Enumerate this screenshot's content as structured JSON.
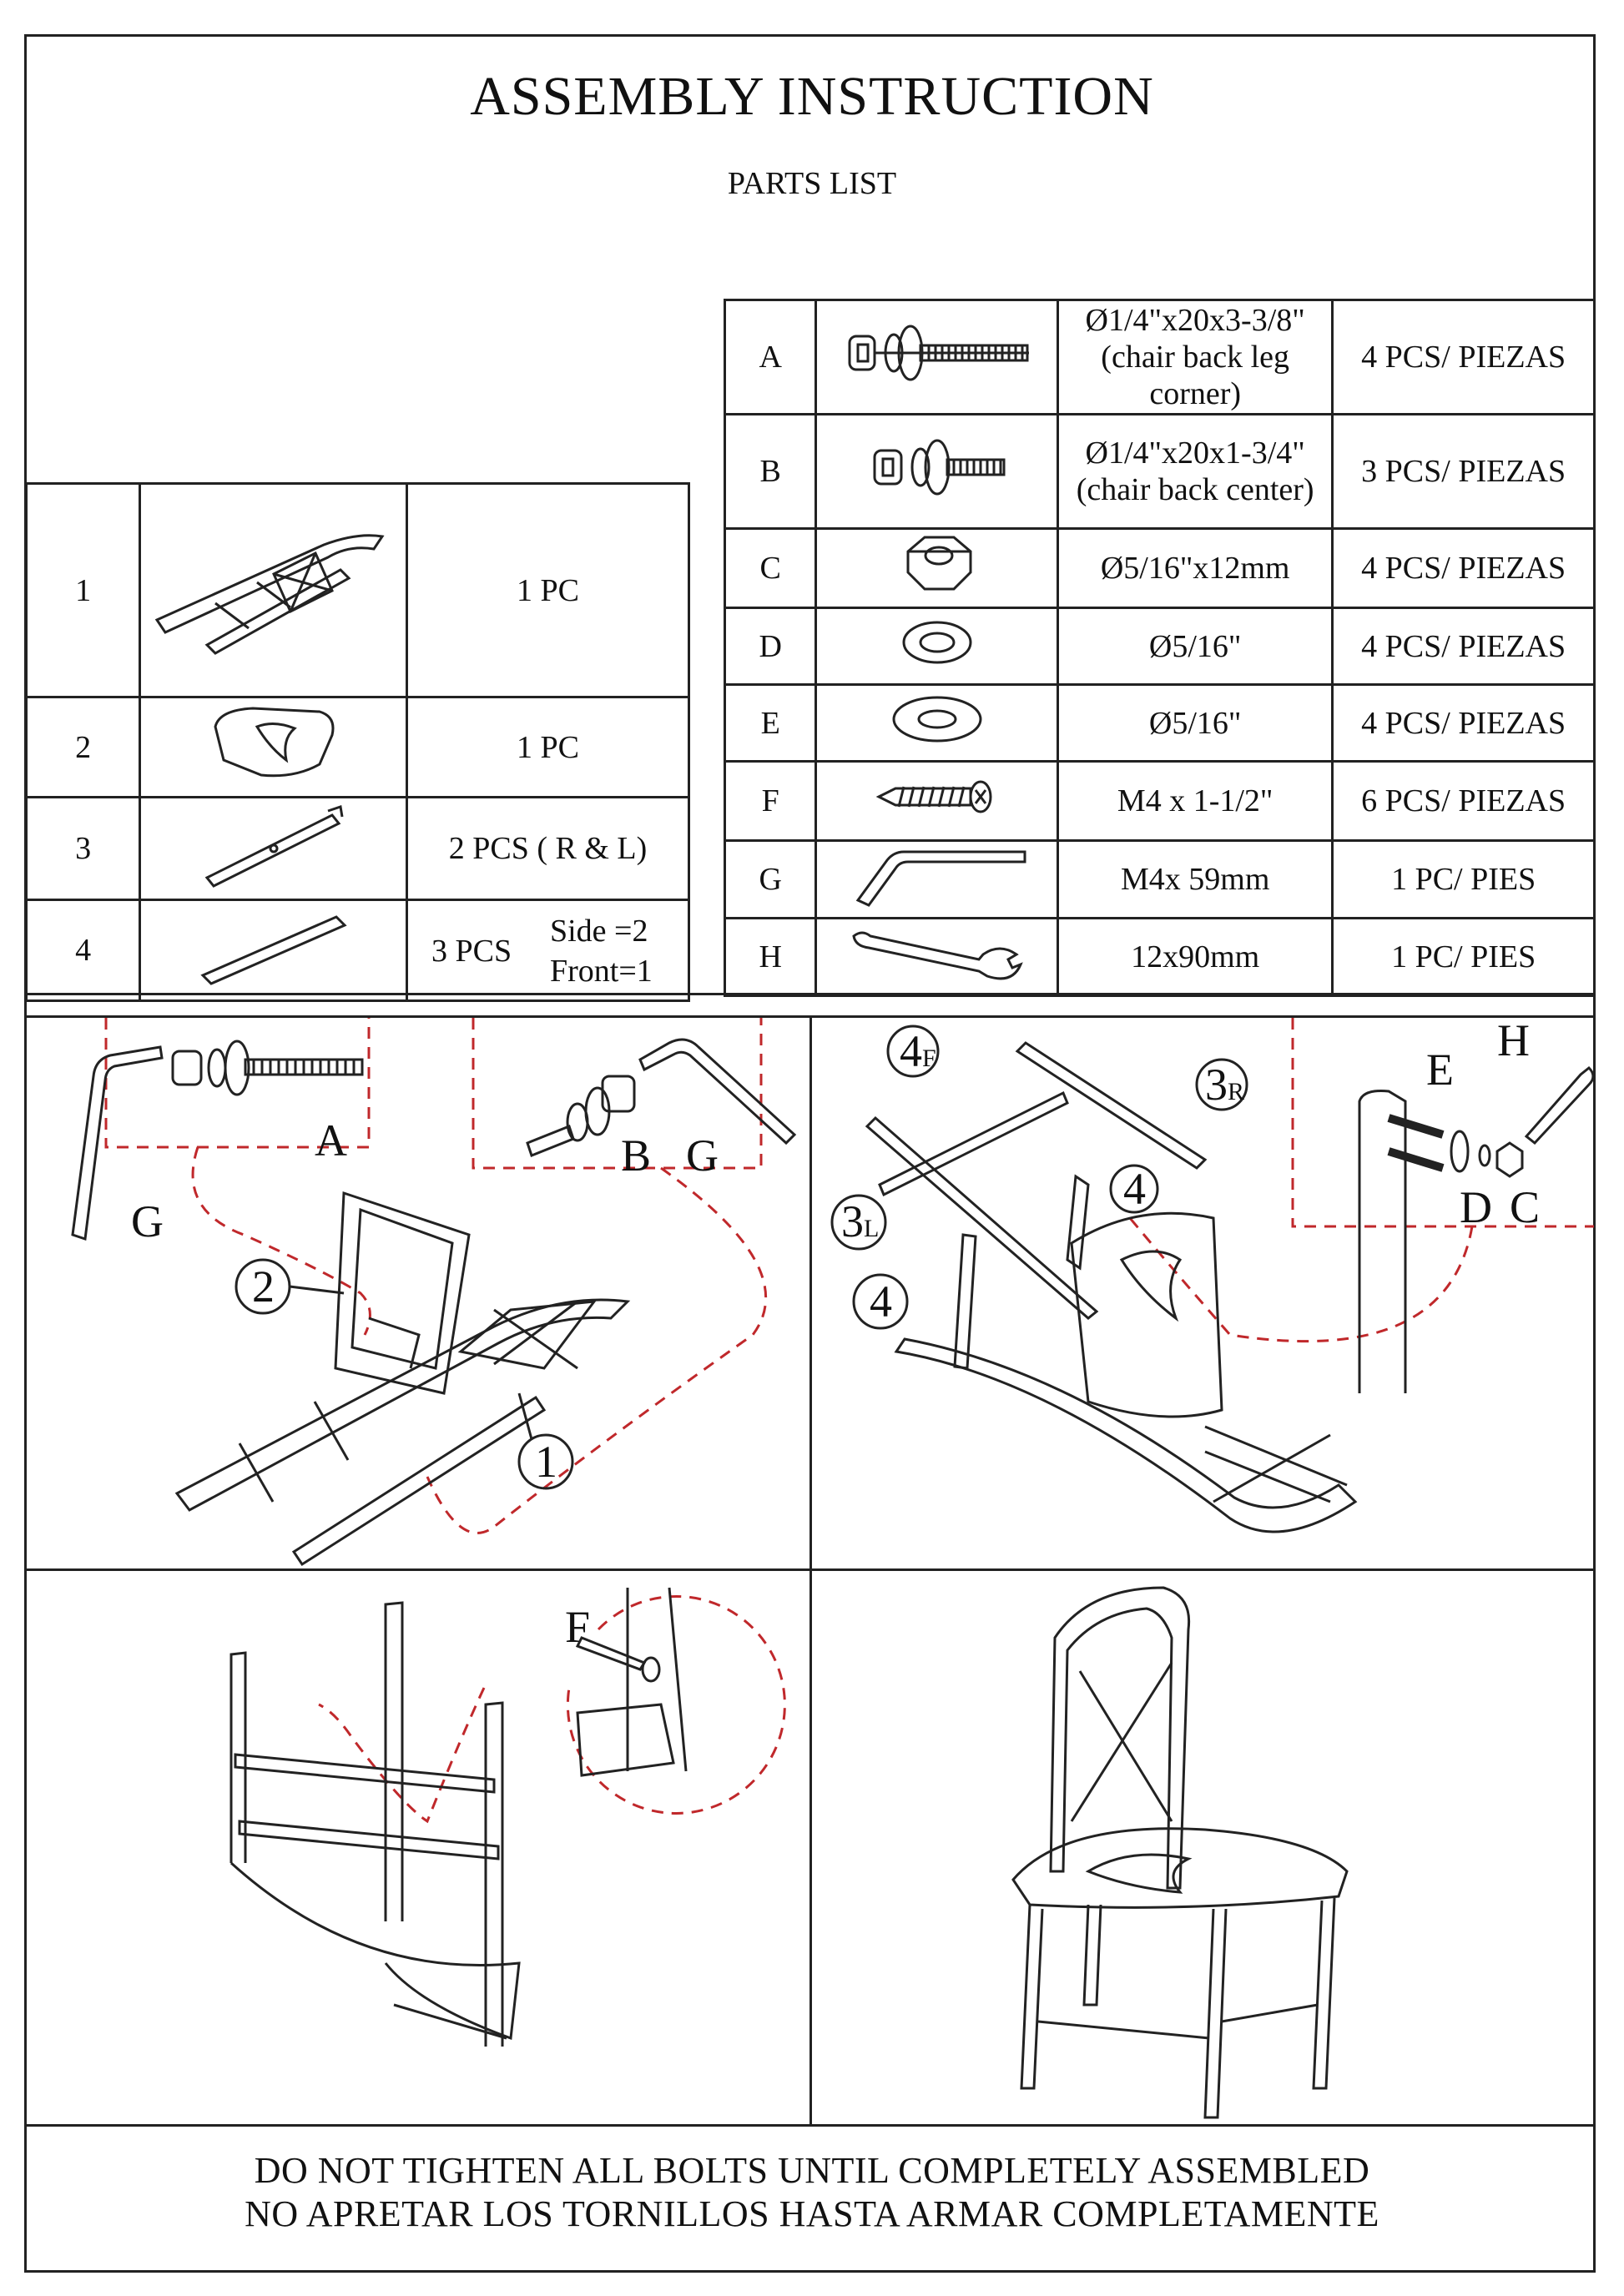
{
  "header": {
    "title": "ASSEMBLY INSTRUCTION",
    "subtitle": "PARTS LIST"
  },
  "parts": [
    {
      "id": "1",
      "qty": "1 PC",
      "icon": "chair-back-frame-icon"
    },
    {
      "id": "2",
      "qty": "1 PC",
      "icon": "seat-icon"
    },
    {
      "id": "3",
      "qty": "2 PCS ( R & L)",
      "icon": "side-rail-icon"
    },
    {
      "id": "4",
      "qty": "3 PCS",
      "note_line1": "Side =2",
      "note_line2": "Front=1",
      "icon": "stretcher-icon"
    }
  ],
  "hardware": [
    {
      "id": "A",
      "spec_line1": "Ø1/4\"x20x3-3/8\"",
      "spec_line2": "(chair back leg corner)",
      "qty": "4 PCS/ PIEZAS",
      "icon": "long-bolt-icon"
    },
    {
      "id": "B",
      "spec_line1": "Ø1/4\"x20x1-3/4\"",
      "spec_line2": "(chair back center)",
      "qty": "3 PCS/ PIEZAS",
      "icon": "short-bolt-icon"
    },
    {
      "id": "C",
      "spec_line1": "Ø5/16\"x12mm",
      "spec_line2": "",
      "qty": "4 PCS/ PIEZAS",
      "icon": "nut-icon"
    },
    {
      "id": "D",
      "spec_line1": "Ø5/16\"",
      "spec_line2": "",
      "qty": "4 PCS/ PIEZAS",
      "icon": "lock-washer-icon"
    },
    {
      "id": "E",
      "spec_line1": "Ø5/16\"",
      "spec_line2": "",
      "qty": "4 PCS/ PIEZAS",
      "icon": "flat-washer-icon"
    },
    {
      "id": "F",
      "spec_line1": "M4 x 1-1/2\"",
      "spec_line2": "",
      "qty": "6 PCS/ PIEZAS",
      "icon": "screw-icon"
    },
    {
      "id": "G",
      "spec_line1": "M4x 59mm",
      "spec_line2": "",
      "qty": "1 PC/ PIES",
      "icon": "allen-key-icon"
    },
    {
      "id": "H",
      "spec_line1": "12x90mm",
      "spec_line2": "",
      "qty": "1 PC/ PIES",
      "icon": "wrench-icon"
    }
  ],
  "steps": {
    "step1_labels": {
      "a": "A",
      "b": "B",
      "g1": "G",
      "g2": "G",
      "c2": "2",
      "c1": "1"
    },
    "step2_labels": {
      "p4f": "4",
      "p4f_sub": "F",
      "p3r": "3",
      "p3r_sub": "R",
      "p3l": "3",
      "p3l_sub": "L",
      "p4a": "4",
      "p4b": "4",
      "e": "E",
      "h": "H",
      "d": "D",
      "c": "C"
    },
    "step3_labels": {
      "f": "F"
    }
  },
  "footer": {
    "line1": "DO NOT TIGHTEN ALL BOLTS UNTIL COMPLETELY ASSEMBLED",
    "line2": "NO APRETAR LOS TORNILLOS HASTA ARMAR COMPLETAMENTE"
  },
  "colors": {
    "line": "#222222",
    "dashed_callout": "#c0282b"
  }
}
